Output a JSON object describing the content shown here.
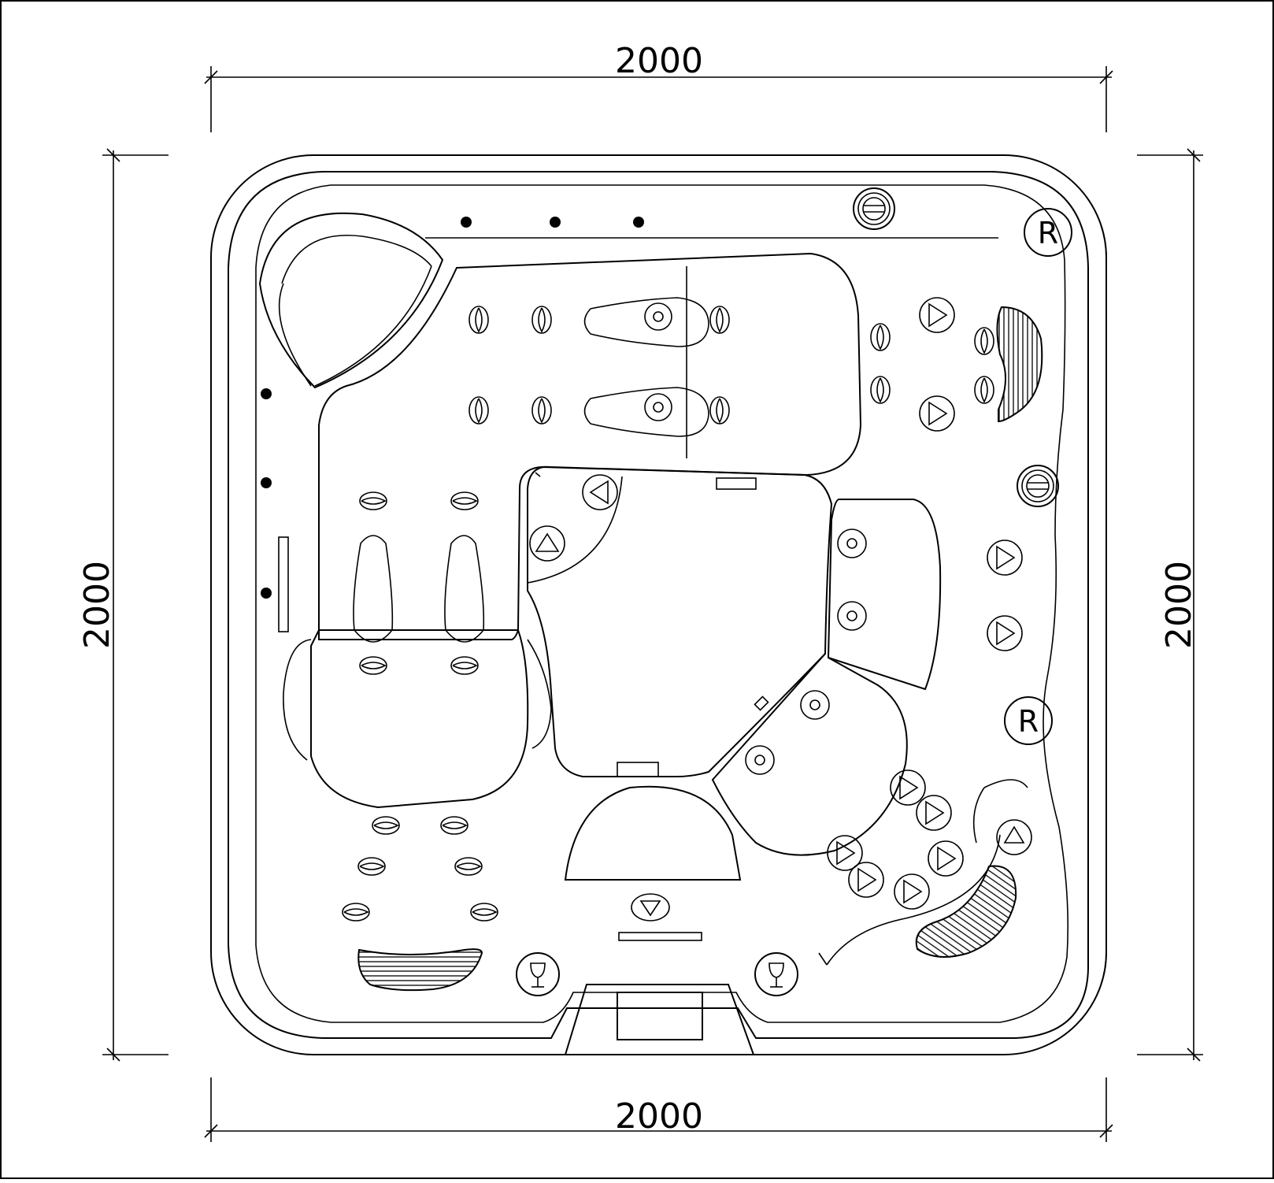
{
  "drawing": {
    "dimensions": {
      "top": "2000",
      "bottom": "2000",
      "left": "2000",
      "right": "2000"
    },
    "markers": {
      "return_upper": "R",
      "return_lower": "R"
    },
    "icons": {
      "cup_holder": "wine-glass-icon",
      "filter": "filter-cap-icon",
      "jet_rotary": "triangle-jet-icon",
      "jet_directional": "eye-jet-icon",
      "jet_round": "round-jet-icon",
      "light_dot": "dot-icon",
      "pillow": "hatched-pillow-icon"
    }
  }
}
